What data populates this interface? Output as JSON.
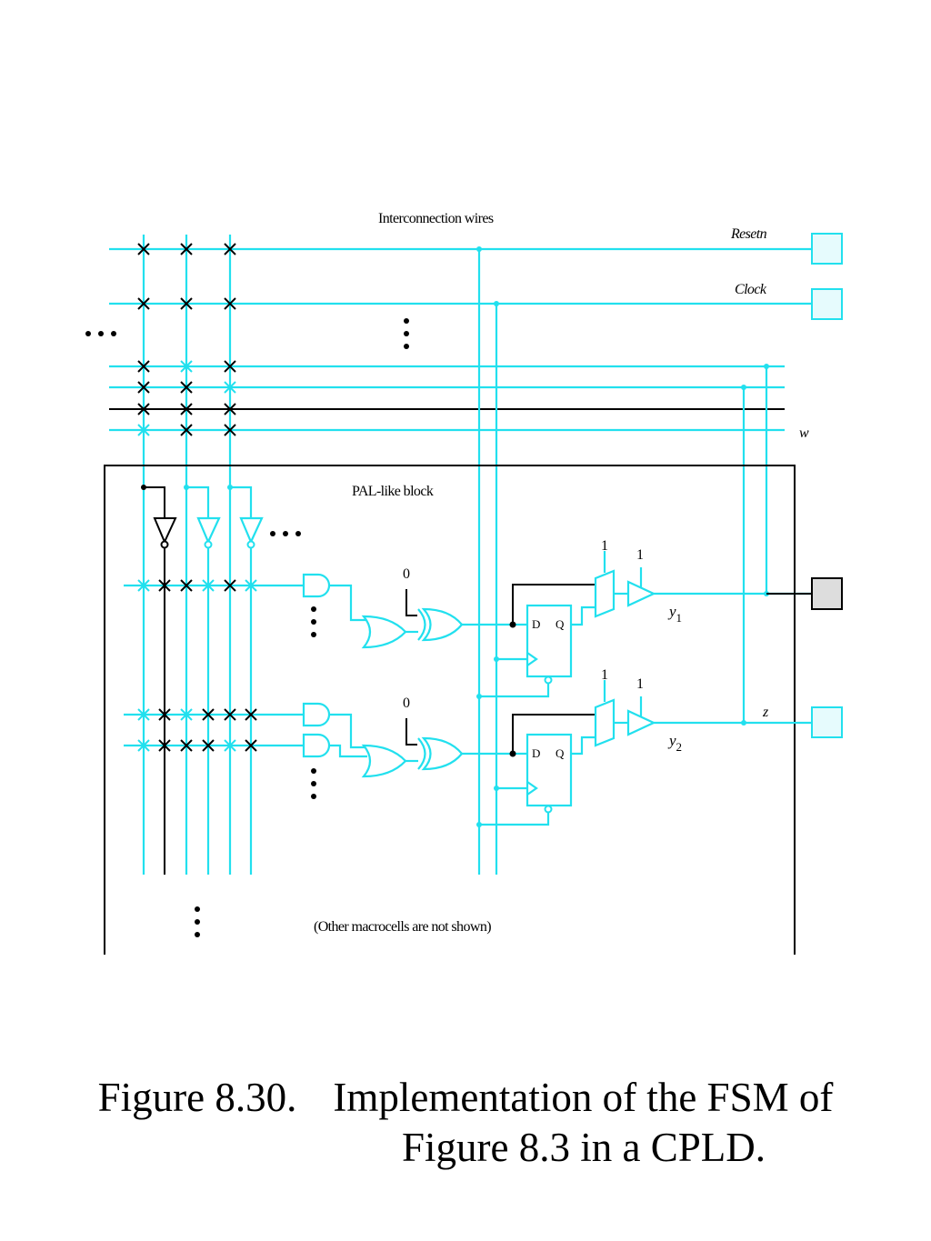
{
  "diagram": {
    "labels": {
      "interconnection": "Interconnection wires",
      "resetn": "Resetn",
      "clock": "Clock",
      "w": "w",
      "pal_block": "PAL-like block",
      "z": "z",
      "y1_base": "y",
      "y1_sub": "1",
      "y2_base": "y",
      "y2_sub": "2",
      "other": "(Other macrocells are not shown)",
      "xor_const_1": "0",
      "xor_const_2": "0",
      "mux_sel_1": "1",
      "buf_en_1": "1",
      "mux_sel_2": "1",
      "buf_en_2": "1",
      "ff1_d": "D",
      "ff1_q": "Q",
      "ff2_d": "D",
      "ff2_q": "Q"
    },
    "colors": {
      "wire": "#22e0ee",
      "programmed": "#000000",
      "pin_fill": "#e6fbfd",
      "output_pin_fill": "#dddddd"
    }
  },
  "caption": {
    "number": "Figure 8.30.",
    "line1": "Implementation of the FSM of",
    "line2": "Figure 8.3 in a CPLD."
  }
}
